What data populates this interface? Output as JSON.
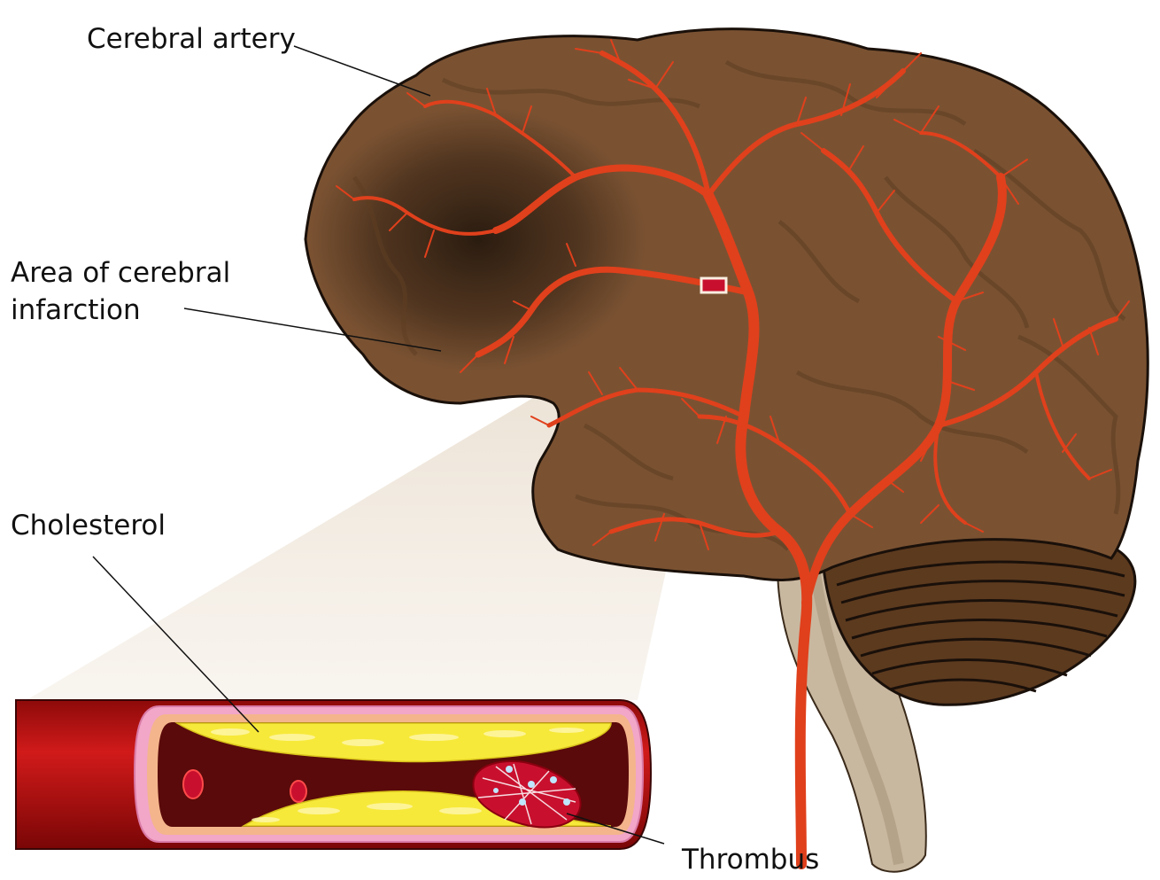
{
  "labels": {
    "cerebral_artery": "Cerebral artery",
    "infarction_line1": "Area of cerebral",
    "infarction_line2": "infarction",
    "cholesterol": "Cholesterol",
    "thrombus": "Thrombus"
  },
  "colors": {
    "brain": "#7a5232",
    "brain_dark": "#2e1d10",
    "artery": "#e0401c",
    "cerebellum": "#5c3a1e",
    "brainstem": "#c9b8a0",
    "vessel_wall": "#c41a1a",
    "intima": "#f2a6c8",
    "plaque": "#f7e93a",
    "lumen": "#5a0a0a",
    "clot": "#c8102e",
    "zoom_beam": "#e8dccd"
  }
}
